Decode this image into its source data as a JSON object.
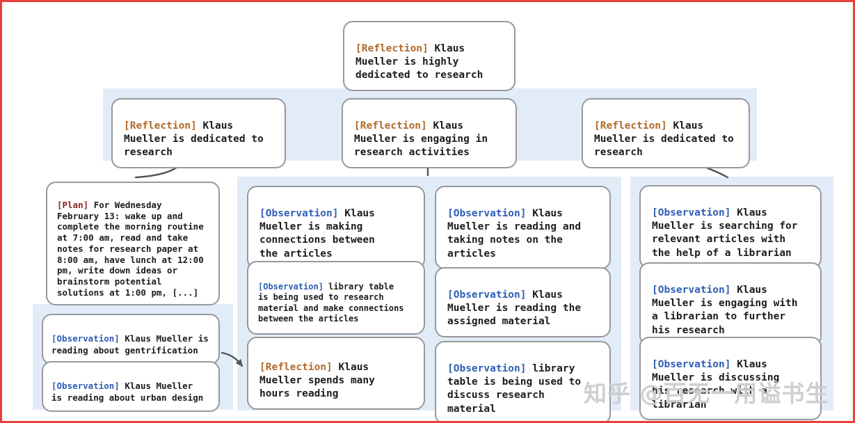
{
  "watermark": "知乎 @百无一用谥书生",
  "colors": {
    "reflection_tag": "#b06a2d",
    "observation_tag": "#2d5eb5",
    "plan_tag": "#8e2420",
    "band_background": "#e2ecf8",
    "node_border": "#97989a",
    "arrow": "#50545a",
    "frame_border": "#e8403a"
  },
  "nodes": {
    "root": {
      "tag": "[Reflection]",
      "body": "Klaus\nMueller is highly\ndedicated to research"
    },
    "l2a": {
      "tag": "[Reflection]",
      "body": "Klaus\nMueller is dedicated to\nresearch"
    },
    "l2b": {
      "tag": "[Reflection]",
      "body": "Klaus\nMueller is engaging in\nresearch activities"
    },
    "l2c": {
      "tag": "[Reflection]",
      "body": "Klaus\nMueller is dedicated to\nresearch"
    },
    "plan": {
      "tag": "[Plan]",
      "body": "For Wednesday\nFebruary 13: wake up and\ncomplete the morning routine\nat 7:00 am, read and take\nnotes for research paper at\n8:00 am, have lunch at 12:00\npm, write down ideas or\nbrainstorm potential\nsolutions at 1:00 pm, [...]"
    },
    "obs_gentrification": {
      "tag": "[Observation]",
      "body": "Klaus Mueller is\nreading about gentrification"
    },
    "obs_urban": {
      "tag": "[Observation]",
      "body": "Klaus Mueller\nis reading about urban design"
    },
    "mid_a1": {
      "tag": "[Observation]",
      "body": "Klaus\nMueller is making\nconnections between\nthe articles"
    },
    "mid_a2": {
      "tag": "[Observation]",
      "body": "library table\nis being used to research\nmaterial and make connections\nbetween the articles"
    },
    "mid_a3": {
      "tag": "[Reflection]",
      "body": "Klaus\nMueller spends many\nhours reading"
    },
    "mid_b1": {
      "tag": "[Observation]",
      "body": "Klaus\nMueller is reading and\ntaking notes on the\narticles"
    },
    "mid_b2": {
      "tag": "[Observation]",
      "body": "Klaus\nMueller is reading the\nassigned material"
    },
    "mid_b3": {
      "tag": "[Observation]",
      "body": "library\ntable is being used to\ndiscuss research material"
    },
    "right_c1": {
      "tag": "[Observation]",
      "body": "Klaus\nMueller is searching for\nrelevant articles with\nthe help of a librarian"
    },
    "right_c2": {
      "tag": "[Observation]",
      "body": "Klaus\nMueller is engaging with\na librarian to further\nhis research"
    },
    "right_c3": {
      "tag": "[Observation]",
      "body": "Klaus\nMueller is discussing\nhis research with a\nlibrarian"
    }
  }
}
